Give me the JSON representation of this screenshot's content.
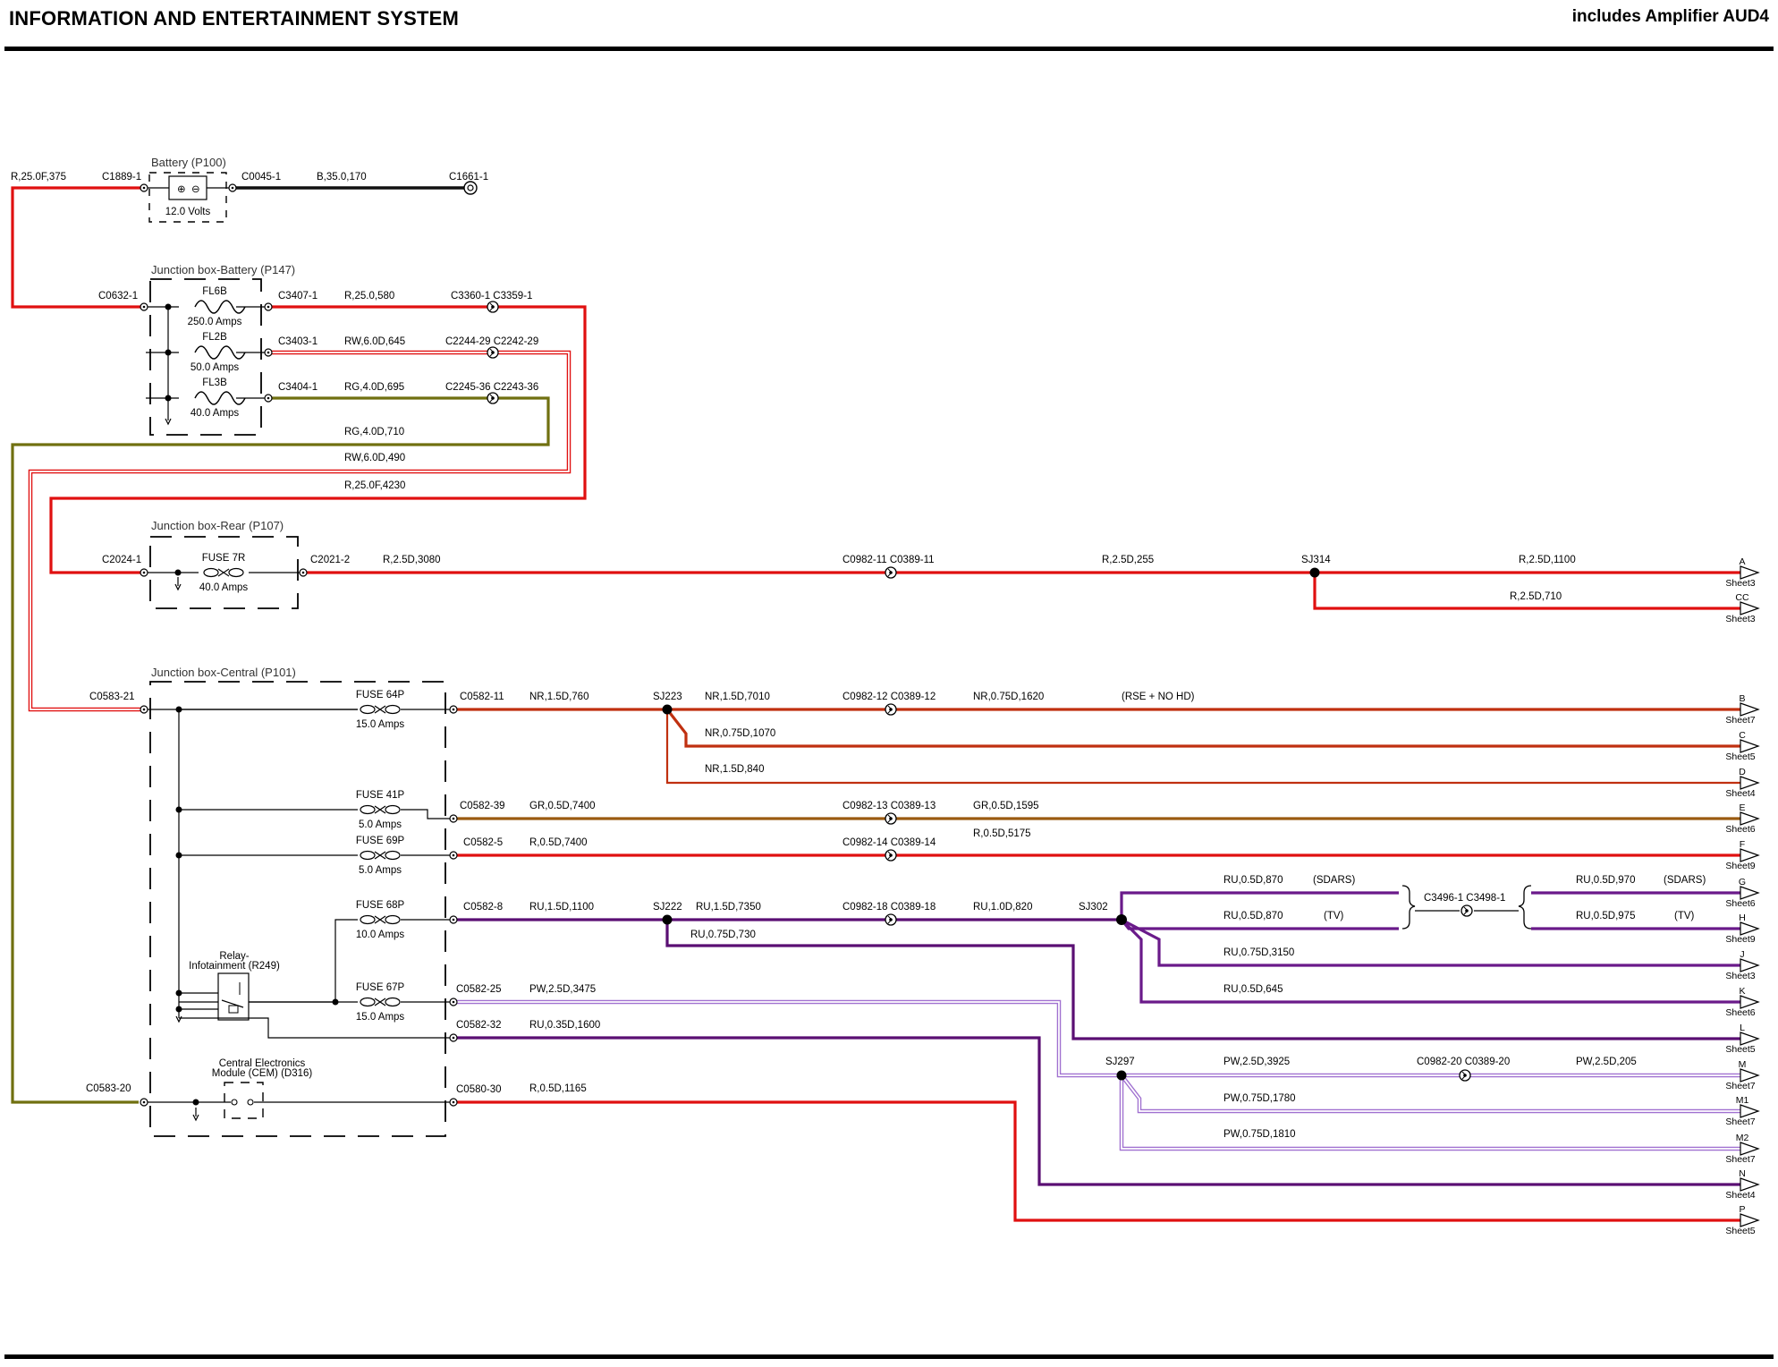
{
  "header": {
    "title": "INFORMATION AND ENTERTAINMENT SYSTEM",
    "subtitle": "includes Amplifier AUD4"
  },
  "colors": {
    "red": "#e01010",
    "black": "#111111",
    "olive": "#707010",
    "brown": "#9a5b10",
    "orange_red": "#c03010",
    "purple": "#5a0f73",
    "violet": "#6a1a8a",
    "pink_violet": "#a070d0"
  },
  "components": {
    "battery": {
      "title": "Battery (P100)",
      "voltage": "12.0 Volts"
    },
    "jb_battery": {
      "title": "Junction box-Battery (P147)",
      "fuses": [
        {
          "name": "FL6B",
          "rating": "250.0 Amps"
        },
        {
          "name": "FL2B",
          "rating": "50.0 Amps"
        },
        {
          "name": "FL3B",
          "rating": "40.0 Amps"
        }
      ]
    },
    "jb_rear": {
      "title": "Junction box-Rear (P107)",
      "fuses": [
        {
          "name": "FUSE 7R",
          "rating": "40.0 Amps"
        }
      ]
    },
    "jb_central": {
      "title": "Junction box-Central (P101)",
      "fuses": [
        {
          "name": "FUSE 64P",
          "rating": "15.0 Amps"
        },
        {
          "name": "FUSE 41P",
          "rating": "5.0 Amps"
        },
        {
          "name": "FUSE 69P",
          "rating": "5.0 Amps"
        },
        {
          "name": "FUSE 68P",
          "rating": "10.0 Amps"
        },
        {
          "name": "FUSE 67P",
          "rating": "15.0 Amps"
        }
      ]
    },
    "relay": {
      "title_line1": "Relay-",
      "title_line2": "Infotainment (R249)"
    },
    "cem": {
      "title_line1": "Central Electronics",
      "title_line2": "Module (CEM) (D316)"
    }
  },
  "connectors": {
    "c1889": "C1889-1",
    "c0045": "C0045-1",
    "c1661": "C1661-1",
    "c0632": "C0632-1",
    "c3407": "C3407-1",
    "c3403": "C3403-1",
    "c3404": "C3404-1",
    "c3360": "C3360-1 C3359-1",
    "c2244": "C2244-29 C2242-29",
    "c2245": "C2245-36 C2243-36",
    "c2024": "C2024-1",
    "c2021": "C2021-2",
    "c0982_11": "C0982-11 C0389-11",
    "c0583_21": "C0583-21",
    "c0582_11": "C0582-11",
    "c0982_12": "C0982-12 C0389-12",
    "c0582_39": "C0582-39",
    "c0982_13": "C0982-13 C0389-13",
    "c0582_5": "C0582-5",
    "c0982_14": "C0982-14 C0389-14",
    "c0582_8": "C0582-8",
    "c0982_18": "C0982-18 C0389-18",
    "c3496": "C3496-1 C3498-1",
    "c0582_25": "C0582-25",
    "c0582_32": "C0582-32",
    "c0982_20": "C0982-20 C0389-20",
    "c0583_20": "C0583-20",
    "c0580_30": "C0580-30"
  },
  "splices": {
    "sj314": "SJ314",
    "sj223": "SJ223",
    "sj222": "SJ222",
    "sj302": "SJ302",
    "sj297": "SJ297"
  },
  "wires": {
    "w375": "R,25.0F,375",
    "w170": "B,35.0,170",
    "w580": "R,25.0,580",
    "w645a": "RW,6.0D,645",
    "w695": "RG,4.0D,695",
    "w710a": "RG,4.0D,710",
    "w490": "RW,6.0D,490",
    "w4230": "R,25.0F,4230",
    "w3080": "R,2.5D,3080",
    "w255": "R,2.5D,255",
    "w1100a": "R,2.5D,1100",
    "w710b": "R,2.5D,710",
    "w760": "NR,1.5D,760",
    "w7010": "NR,1.5D,7010",
    "w1620": "NR,0.75D,1620",
    "w1070": "NR,0.75D,1070",
    "w840": "NR,1.5D,840",
    "w7400a": "GR,0.5D,7400",
    "w1595": "GR,0.5D,1595",
    "w5175": "R,0.5D,5175",
    "w7400b": "R,0.5D,7400",
    "w1100b": "RU,1.5D,1100",
    "w7350": "RU,1.5D,7350",
    "w730": "RU,0.75D,730",
    "w820": "RU,1.0D,820",
    "w870a": "RU,0.5D,870",
    "w870b": "RU,0.5D,870",
    "w970": "RU,0.5D,970",
    "w975": "RU,0.5D,975",
    "w3150": "RU,0.75D,3150",
    "w645b": "RU,0.5D,645",
    "w3475": "PW,2.5D,3475",
    "w1600": "RU,0.35D,1600",
    "w3925": "PW,2.5D,3925",
    "w205": "PW,2.5D,205",
    "w1780": "PW,0.75D,1780",
    "w1810": "PW,0.75D,1810",
    "w1165": "R,0.5D,1165"
  },
  "notes": {
    "rse": "(RSE + NO HD)",
    "sdars1": "(SDARS)",
    "sdars2": "(SDARS)",
    "tv1": "(TV)",
    "tv2": "(TV)"
  },
  "outputs": [
    {
      "letter": "A",
      "sheet": "Sheet3"
    },
    {
      "letter": "CC",
      "sheet": "Sheet3"
    },
    {
      "letter": "B",
      "sheet": "Sheet7"
    },
    {
      "letter": "C",
      "sheet": "Sheet5"
    },
    {
      "letter": "D",
      "sheet": "Sheet4"
    },
    {
      "letter": "E",
      "sheet": "Sheet6"
    },
    {
      "letter": "F",
      "sheet": "Sheet9"
    },
    {
      "letter": "G",
      "sheet": "Sheet6"
    },
    {
      "letter": "H",
      "sheet": "Sheet9"
    },
    {
      "letter": "J",
      "sheet": "Sheet3"
    },
    {
      "letter": "K",
      "sheet": "Sheet6"
    },
    {
      "letter": "L",
      "sheet": "Sheet5"
    },
    {
      "letter": "M",
      "sheet": "Sheet7"
    },
    {
      "letter": "M1",
      "sheet": "Sheet7"
    },
    {
      "letter": "M2",
      "sheet": "Sheet7"
    },
    {
      "letter": "N",
      "sheet": "Sheet4"
    },
    {
      "letter": "P",
      "sheet": "Sheet5"
    }
  ]
}
